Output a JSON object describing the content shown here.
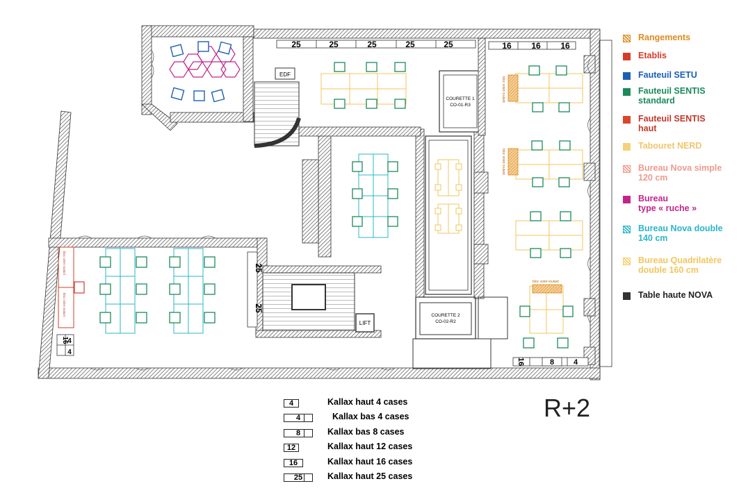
{
  "floor_label": "R+2",
  "legend": [
    {
      "label": "Rangements",
      "color": "#e08a1e",
      "text_color": "#e08a1e",
      "pattern": "hatch"
    },
    {
      "label": "Etablis",
      "color": "#d63b2a",
      "text_color": "#d63b2a",
      "pattern": "solid"
    },
    {
      "label": "Fauteuil SETU",
      "color": "#1a5fb4",
      "text_color": "#1a5fb4",
      "pattern": "solid"
    },
    {
      "label": "Fauteuil SENTIS\nstandard",
      "color": "#1b8a5a",
      "text_color": "#1b8a5a",
      "pattern": "solid"
    },
    {
      "label": "Fauteuil SENTIS\nhaut",
      "color": "#d9472b",
      "text_color": "#c0392b",
      "pattern": "solid"
    },
    {
      "label": "Tabouret NERD",
      "color": "#f5d27a",
      "text_color": "#f0c66b",
      "pattern": "solid"
    },
    {
      "label": "Bureau Nova simple\n120 cm",
      "color": "#f29a8c",
      "text_color": "#ef9a8e",
      "pattern": "hatch"
    },
    {
      "label": "Bureau\ntype « ruche »",
      "color": "#c2258a",
      "text_color": "#c2258a",
      "pattern": "solid"
    },
    {
      "label": "Bureau Nova double\n140 cm",
      "color": "#2bb5c8",
      "text_color": "#2bb5c8",
      "pattern": "hatch"
    },
    {
      "label": "Bureau Quadrilatère\ndouble 160 cm",
      "color": "#f5cf6a",
      "text_color": "#f2c65e",
      "pattern": "hatch"
    },
    {
      "label": "Table haute NOVA",
      "color": "#333333",
      "text_color": "#222222",
      "pattern": "solid"
    }
  ],
  "kallax_legend": [
    {
      "number": "4",
      "label": "Kallax haut 4 cases",
      "box": "short"
    },
    {
      "number": "4",
      "label": "Kallax bas 4 cases",
      "box": "long"
    },
    {
      "number": "8",
      "label": "Kallax bas 8 cases",
      "box": "long"
    },
    {
      "number": "12",
      "label": "Kallax haut 12 cases",
      "box": "short"
    },
    {
      "number": "16",
      "label": "Kallax haut 16 cases",
      "box": "mid"
    },
    {
      "number": "25",
      "label": "Kallax haut 25 cases",
      "box": "long"
    }
  ],
  "plan_labels": {
    "edf": "EDF",
    "courette1_line1": "COURETTE 1",
    "courette1_line2": "CO-01-R3",
    "courette2_line1": "COURETTE 2",
    "courette2_line2": "CO-02-R2",
    "lift": "LIFT",
    "bloc_volet": "bloc volet roulant",
    "shelf_top_25": "25",
    "shelf_right_16": "16",
    "shelf_left_25": "25",
    "shelf_left_16": "16",
    "shelf_left_4": "4",
    "shelf_bottom_16": "16",
    "shelf_bottom_8": "8",
    "shelf_bottom_4": "4"
  }
}
